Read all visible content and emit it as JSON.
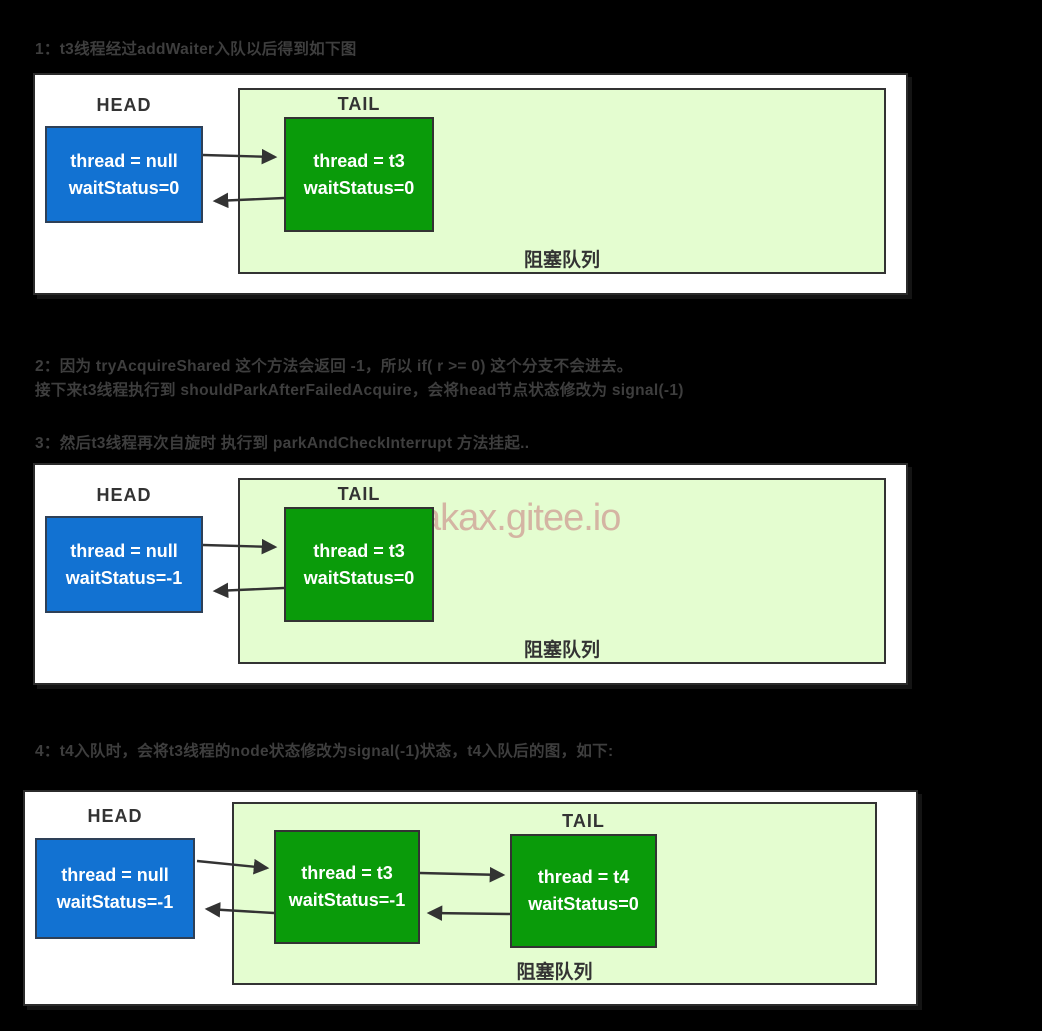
{
  "page": {
    "background": "#000000",
    "heading_text_color": "#3e3e3e"
  },
  "headings": {
    "step1": "1：t3线程经过addWaiter入队以后得到如下图",
    "step2_line1": "2：因为 tryAcquireShared 这个方法会返回 -1，所以 if( r >= 0) 这个分支不会进去。",
    "step2_line2": "接下来t3线程执行到 shouldParkAfterFailedAcquire，会将head节点状态修改为 signal(-1)",
    "step3": "3：然后t3线程再次自旋时 执行到 parkAndCheckInterrupt 方法挂起..",
    "step4": "4：t4入队时，会将t3线程的node状态修改为signal(-1)状态，t4入队后的图，如下:"
  },
  "watermark": {
    "text": "yakax.gitee.io",
    "color": "#d4b5a3"
  },
  "colors": {
    "panel_bg": "#ffffff",
    "panel_border": "#2b2b2b",
    "queue_bg": "#e4fdd0",
    "queue_border": "#333333",
    "head_node_bg": "#1272d2",
    "tail_node_bg": "#0a9b0a",
    "node_text": "#ffffff",
    "label_text": "#333333",
    "arrow": "#333333"
  },
  "diagrams": [
    {
      "head_label": "HEAD",
      "tail_label": "TAIL",
      "queue_label": "阻塞队列",
      "head_node": {
        "thread": "thread = null",
        "wait_status": "waitStatus=0"
      },
      "t3_node": {
        "thread": "thread = t3",
        "wait_status": "waitStatus=0"
      }
    },
    {
      "head_label": "HEAD",
      "tail_label": "TAIL",
      "queue_label": "阻塞队列",
      "head_node": {
        "thread": "thread = null",
        "wait_status": "waitStatus=-1"
      },
      "t3_node": {
        "thread": "thread = t3",
        "wait_status": "waitStatus=0"
      }
    },
    {
      "head_label": "HEAD",
      "tail_label": "TAIL",
      "queue_label": "阻塞队列",
      "head_node": {
        "thread": "thread = null",
        "wait_status": "waitStatus=-1"
      },
      "t3_node": {
        "thread": "thread = t3",
        "wait_status": "waitStatus=-1"
      },
      "t4_node": {
        "thread": "thread = t4",
        "wait_status": "waitStatus=0"
      }
    }
  ]
}
